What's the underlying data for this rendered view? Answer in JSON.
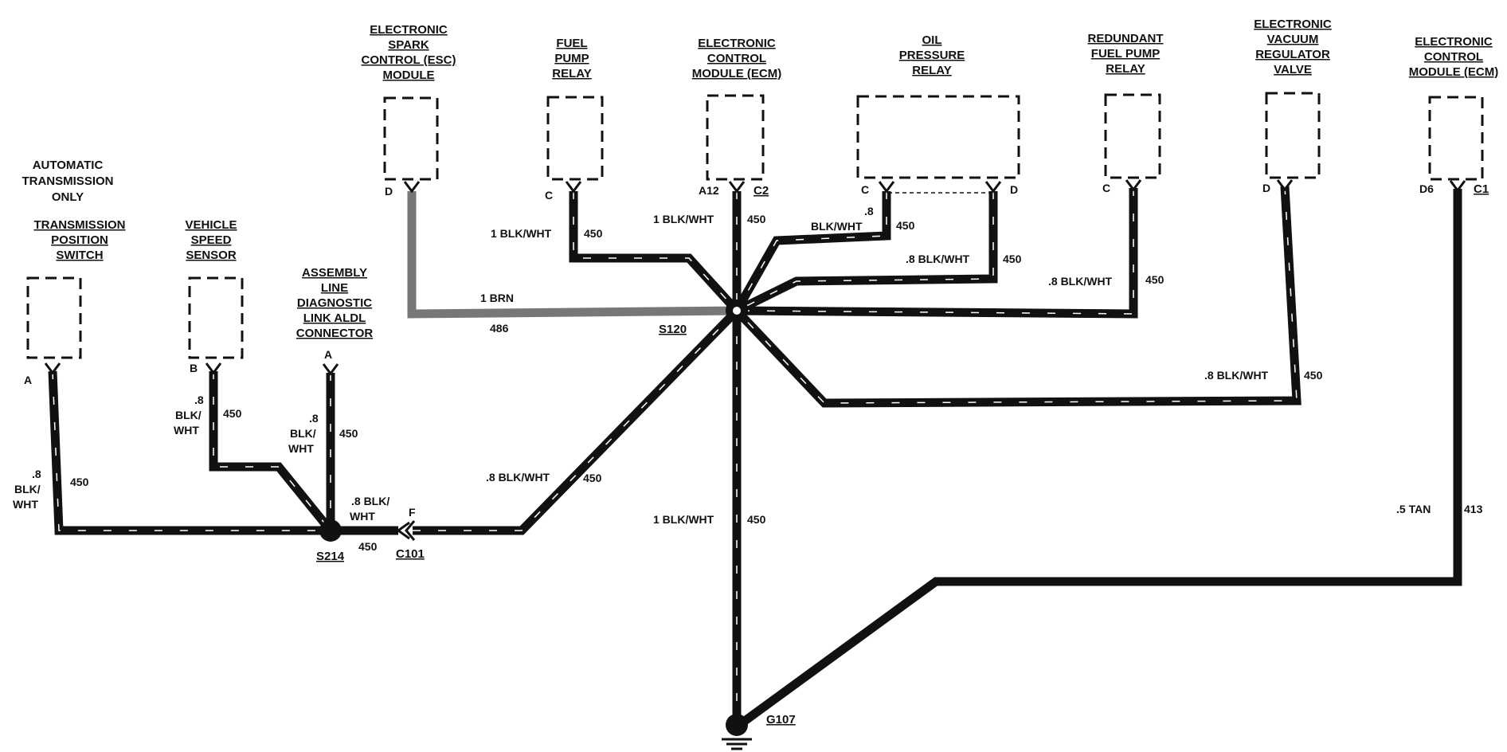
{
  "components": {
    "tps": [
      "AUTOMATIC",
      "TRANSMISSION",
      "ONLY",
      "TRANSMISSION",
      "POSITION",
      "SWITCH"
    ],
    "vss": [
      "VEHICLE",
      "SPEED",
      "SENSOR"
    ],
    "aldl": [
      "ASSEMBLY",
      "LINE",
      "DIAGNOSTIC",
      "LINK  ALDL",
      "CONNECTOR"
    ],
    "esc": [
      "ELECTRONIC",
      "SPARK",
      "CONTROL (ESC)",
      "MODULE"
    ],
    "fuel_pump_relay": [
      "FUEL",
      "PUMP",
      "RELAY"
    ],
    "ecm_a": [
      "ELECTRONIC",
      "CONTROL",
      "MODULE  (ECM)"
    ],
    "oil_pressure_relay": [
      "OIL",
      "PRESSURE",
      "RELAY"
    ],
    "redundant_fuel_pump_relay": [
      "REDUNDANT",
      "FUEL PUMP",
      "RELAY"
    ],
    "evrv": [
      "ELECTRONIC",
      "VACUUM",
      "REGULATOR",
      "VALVE"
    ],
    "ecm_b": [
      "ELECTRONIC",
      "CONTROL",
      "MODULE  (ECM)"
    ]
  },
  "pins": {
    "tps": "A",
    "vss": "B",
    "aldl": "A",
    "esc": "D",
    "fpr": "C",
    "ecm_a12": "A12",
    "ecm_c2": "C2",
    "opr_c": "C",
    "opr_d": "D",
    "rfpr": "C",
    "evrv": "D",
    "ecm_d6": "D6",
    "ecm_c1": "C1",
    "c101": "F"
  },
  "wires": {
    "tps": {
      "size": ".8",
      "color": [
        "BLK/",
        "WHT"
      ],
      "circuit": "450"
    },
    "vss": {
      "size": ".8",
      "color": [
        "BLK/",
        "WHT"
      ],
      "circuit": "450"
    },
    "aldl": {
      "size": ".8",
      "color": [
        "BLK/",
        "WHT"
      ],
      "circuit": "450"
    },
    "s214_c101": {
      "line1": ".8 BLK/",
      "line2": "WHT",
      "circuit": "450"
    },
    "esc": {
      "label": "1 BRN",
      "circuit": "486"
    },
    "fpr": {
      "label": "1 BLK/WHT",
      "circuit": "450"
    },
    "ecm": {
      "label": "1 BLK/WHT",
      "circuit": "450"
    },
    "opr_c": {
      "size": ".8",
      "color": "BLK/WHT",
      "circuit": "450"
    },
    "opr_d": {
      "label": ".8 BLK/WHT",
      "circuit": "450"
    },
    "rfpr": {
      "label": ".8 BLK/WHT",
      "circuit": "450"
    },
    "evrv": {
      "label": ".8 BLK/WHT",
      "circuit": "450"
    },
    "c101_s120": {
      "label": ".8 BLK/WHT",
      "circuit": "450"
    },
    "ground": {
      "label": "1 BLK/WHT",
      "circuit": "450"
    },
    "tan": {
      "label": ".5 TAN",
      "circuit": "413"
    }
  },
  "splices": {
    "s120": "S120",
    "s214": "S214",
    "c101": "C101",
    "g107": "G107"
  }
}
